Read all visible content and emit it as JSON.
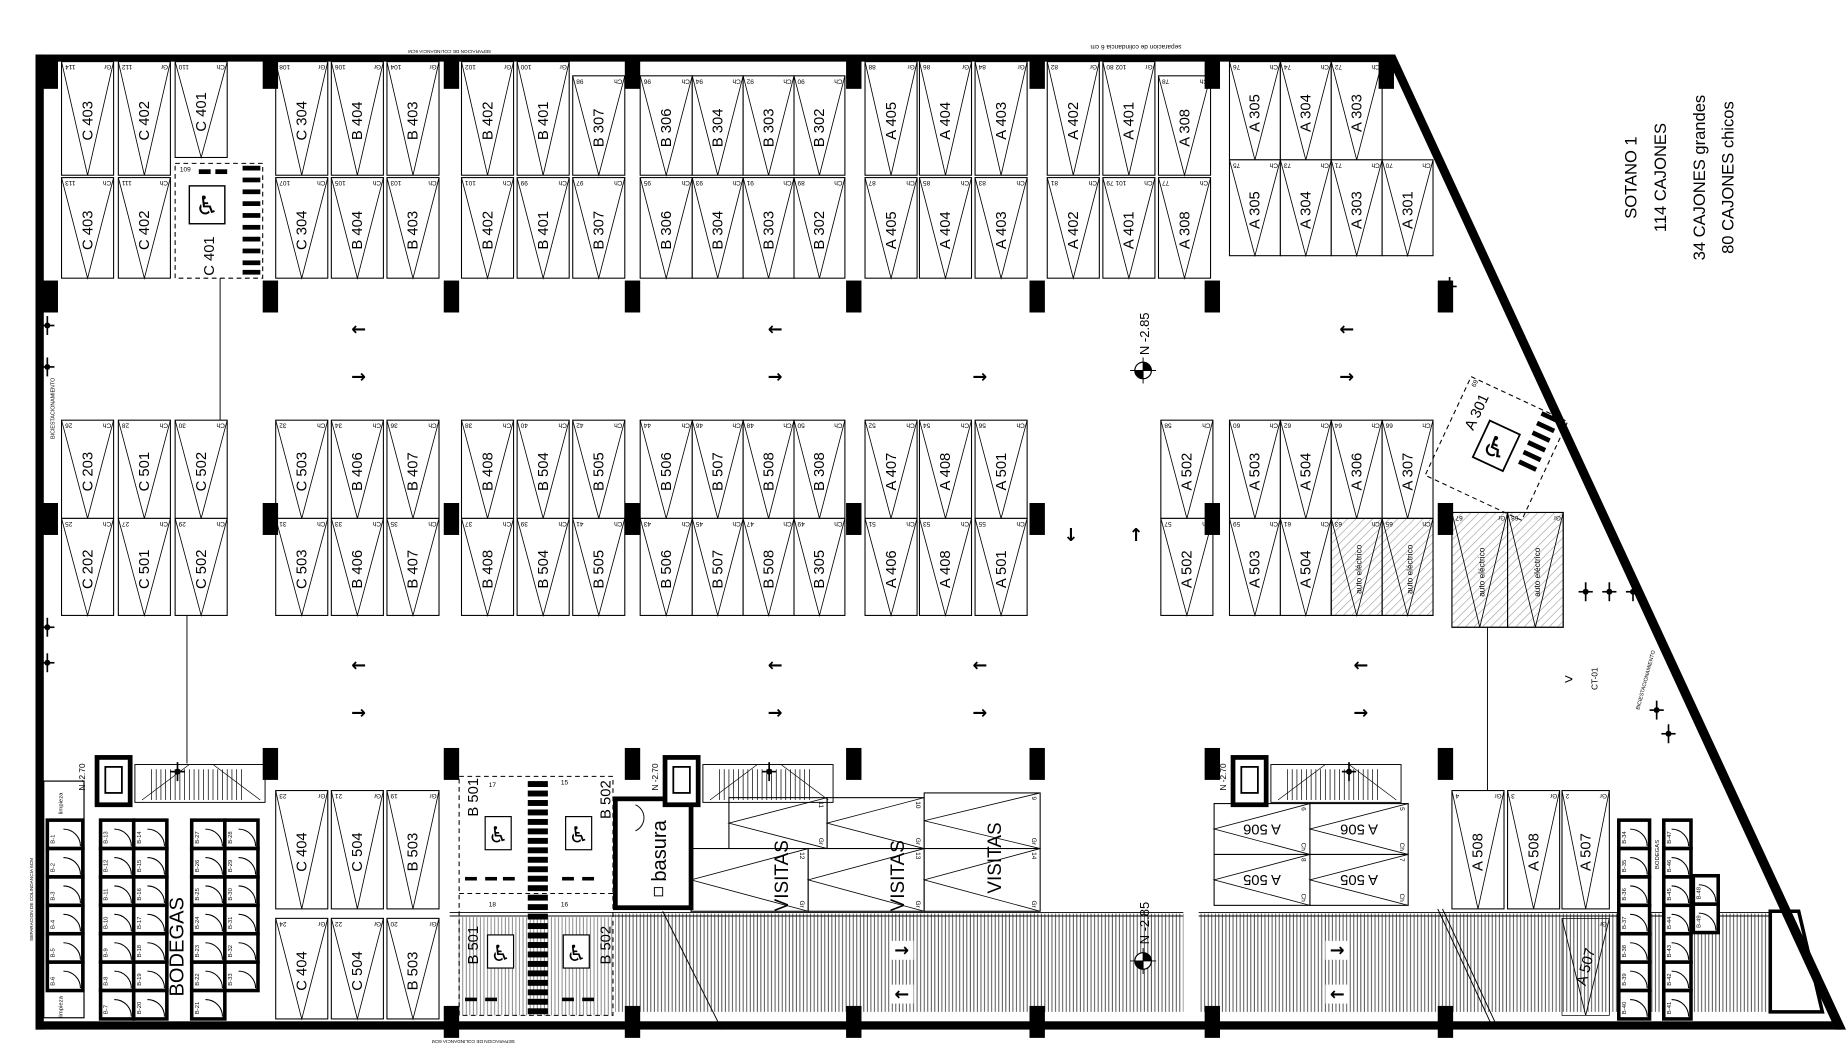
{
  "title_block": {
    "level": "SOTANO 1",
    "total": "114 CAJONES",
    "large": "34 CAJONES grandes",
    "small": "80 CAJONES chicos"
  },
  "notes": {
    "boundary_top": "separacion de colindancia 6 cm",
    "boundary_top_left": "SEPARACION DE COLINDANCIA 6CM",
    "boundary_bottom": "SEPARACION DE COLINDANCIA 6CM",
    "boundary_left": "SEPARACION DE COLINDANCIA 6CM",
    "parking_left": "BICIESTACIONAMIENTO",
    "parking_right": "BICIESTACIONAMIENTO",
    "ct": "CT-01",
    "level_n285_a": "N -2.85",
    "level_n285_b": "N -2.85",
    "level_n270_a": "N -2.70",
    "level_n270_b": "N -2.70",
    "level_n270_c": "N -2.70",
    "basura": "basura",
    "bodegas_left": "BODEGAS",
    "bodegas_right": "BODEGAS",
    "limpieza_top": "limpieza",
    "limpieza_bottom": "limpieza",
    "visitas": [
      "VISITAS",
      "VISITAS",
      "VISITAS"
    ]
  },
  "stalls": {
    "north_upper": [
      {
        "label": "C 403",
        "num": "114",
        "type": "Gr"
      },
      {
        "label": "C 402",
        "num": "112",
        "type": "Gr"
      },
      {
        "label": "C 401",
        "num": "110",
        "type": "Ch"
      },
      {
        "label": "C 304",
        "num": "108",
        "type": "Gr"
      },
      {
        "label": "B 404",
        "num": "106",
        "type": "Gr"
      },
      {
        "label": "B 403",
        "num": "104",
        "type": "Gr"
      },
      {
        "label": "B 402",
        "num": "102",
        "type": "Gr"
      },
      {
        "label": "B 401",
        "num": "100",
        "type": "Gr"
      },
      {
        "label": "B 307",
        "num": "98",
        "type": "Ch"
      },
      {
        "label": "B 306",
        "num": "96",
        "type": "Ch"
      },
      {
        "label": "B 304",
        "num": "94",
        "type": "Ch"
      },
      {
        "label": "B 303",
        "num": "92",
        "type": "Ch"
      },
      {
        "label": "B 302",
        "num": "90",
        "type": "Ch"
      },
      {
        "label": "A 405",
        "num": "88",
        "type": "Gr"
      },
      {
        "label": "A 404",
        "num": "86",
        "type": "Gr"
      },
      {
        "label": "A 403",
        "num": "84",
        "type": "Gr"
      },
      {
        "label": "A 402",
        "num": "82",
        "type": "Gr"
      },
      {
        "label": "A 401",
        "num": "102 80",
        "type": "Gr"
      },
      {
        "label": "A 308",
        "num": "78",
        "type": "Ch"
      },
      {
        "label": "A 305",
        "num": "76",
        "type": "Ch"
      },
      {
        "label": "A 304",
        "num": "74",
        "type": "Ch"
      },
      {
        "label": "A 303",
        "num": "72",
        "type": "Ch"
      }
    ],
    "north_lower": [
      {
        "label": "C 403",
        "num": "113",
        "type": "Ch"
      },
      {
        "label": "C 402",
        "num": "111",
        "type": "Ch"
      },
      {
        "label": "C 304",
        "num": "107",
        "type": "Ch"
      },
      {
        "label": "B 404",
        "num": "105",
        "type": "Ch"
      },
      {
        "label": "B 403",
        "num": "103",
        "type": "Ch"
      },
      {
        "label": "B 402",
        "num": "101",
        "type": "Ch"
      },
      {
        "label": "B 401",
        "num": "99",
        "type": "Ch"
      },
      {
        "label": "B 307",
        "num": "97",
        "type": "Ch"
      },
      {
        "label": "B 306",
        "num": "95",
        "type": "Ch"
      },
      {
        "label": "B 304",
        "num": "93",
        "type": "Ch"
      },
      {
        "label": "B 303",
        "num": "91",
        "type": "Ch"
      },
      {
        "label": "B 302",
        "num": "89",
        "type": "Ch"
      },
      {
        "label": "A 405",
        "num": "87",
        "type": "Ch"
      },
      {
        "label": "A 404",
        "num": "85",
        "type": "Ch"
      },
      {
        "label": "A 403",
        "num": "83",
        "type": "Ch"
      },
      {
        "label": "A 402",
        "num": "81",
        "type": "Ch"
      },
      {
        "label": "A 401",
        "num": "101 79",
        "type": "Ch"
      },
      {
        "label": "A 308",
        "num": "77",
        "type": "Ch"
      },
      {
        "label": "A 305",
        "num": "75",
        "type": "Ch"
      },
      {
        "label": "A 304",
        "num": "73",
        "type": "Ch"
      },
      {
        "label": "A 303",
        "num": "71",
        "type": "Ch"
      },
      {
        "label": "A 301",
        "num": "70",
        "type": "Ch"
      }
    ],
    "middle_upper": [
      {
        "label": "C 203",
        "num": "26",
        "type": "Ch"
      },
      {
        "label": "C 501",
        "num": "28",
        "type": "Ch"
      },
      {
        "label": "C 502",
        "num": "30",
        "type": "Ch"
      },
      {
        "label": "C 503",
        "num": "32",
        "type": "Ch"
      },
      {
        "label": "B 406",
        "num": "34",
        "type": "Ch"
      },
      {
        "label": "B 407",
        "num": "36",
        "type": "Ch"
      },
      {
        "label": "B 408",
        "num": "38",
        "type": "Ch"
      },
      {
        "label": "B 504",
        "num": "40",
        "type": "Ch"
      },
      {
        "label": "B 505",
        "num": "42",
        "type": "Ch"
      },
      {
        "label": "B 506",
        "num": "44",
        "type": "Ch"
      },
      {
        "label": "B 507",
        "num": "46",
        "type": "Ch"
      },
      {
        "label": "B 508",
        "num": "48",
        "type": "Ch"
      },
      {
        "label": "B 308",
        "num": "50",
        "type": "Ch"
      },
      {
        "label": "A 407",
        "num": "52",
        "type": "Ch"
      },
      {
        "label": "A 408",
        "num": "54",
        "type": "Ch"
      },
      {
        "label": "A 501",
        "num": "56",
        "type": "Ch"
      },
      {
        "label": "A 502",
        "num": "58",
        "type": "Ch"
      },
      {
        "label": "A 503",
        "num": "60",
        "type": "Ch"
      },
      {
        "label": "A 504",
        "num": "62",
        "type": "Ch"
      },
      {
        "label": "A 306",
        "num": "64",
        "type": "Ch"
      },
      {
        "label": "A 307",
        "num": "66",
        "type": "Ch"
      }
    ],
    "middle_lower": [
      {
        "label": "C 202",
        "num": "25",
        "type": "Ch"
      },
      {
        "label": "C 501",
        "num": "27",
        "type": "Ch"
      },
      {
        "label": "C 502",
        "num": "29",
        "type": "Ch"
      },
      {
        "label": "C 503",
        "num": "31",
        "type": "Ch"
      },
      {
        "label": "B 406",
        "num": "33",
        "type": "Ch"
      },
      {
        "label": "B 407",
        "num": "35",
        "type": "Ch"
      },
      {
        "label": "B 408",
        "num": "37",
        "type": "Ch"
      },
      {
        "label": "B 504",
        "num": "39",
        "type": "Ch"
      },
      {
        "label": "B 505",
        "num": "41",
        "type": "Ch"
      },
      {
        "label": "B 506",
        "num": "43",
        "type": "Ch"
      },
      {
        "label": "B 507",
        "num": "45",
        "type": "Ch"
      },
      {
        "label": "B 508",
        "num": "47",
        "type": "Ch"
      },
      {
        "label": "B 305",
        "num": "49",
        "type": "Ch"
      },
      {
        "label": "A 406",
        "num": "51",
        "type": "Ch"
      },
      {
        "label": "A 408",
        "num": "53",
        "type": "Ch"
      },
      {
        "label": "A 501",
        "num": "55",
        "type": "Ch"
      },
      {
        "label": "A 502",
        "num": "57",
        "type": "Ch"
      },
      {
        "label": "A 503",
        "num": "59",
        "type": "Ch"
      },
      {
        "label": "A 504",
        "num": "61",
        "type": "Ch"
      },
      {
        "label": "auto eléctrico",
        "num": "63",
        "type": "Ch"
      },
      {
        "label": "auto eléctrico",
        "num": "65",
        "type": "Ch"
      },
      {
        "label": "auto eléctrico",
        "num": "67",
        "type": "Gr"
      },
      {
        "label": "auto eléctrico",
        "num": "68",
        "type": "Gr"
      }
    ],
    "south": [
      {
        "label": "C 404",
        "num": "23",
        "type": "Gr"
      },
      {
        "label": "C 504",
        "num": "21",
        "type": "Gr"
      },
      {
        "label": "B 503",
        "num": "19",
        "type": "Gr"
      },
      {
        "label": "C 404",
        "num": "24",
        "type": "Gr"
      },
      {
        "label": "C 504",
        "num": "22",
        "type": "Gr"
      },
      {
        "label": "B 503",
        "num": "20",
        "type": "Gr"
      },
      {
        "label": "A 508",
        "num": "4",
        "type": "Gr"
      },
      {
        "label": "A 508",
        "num": "3",
        "type": "Gr"
      },
      {
        "label": "A 507",
        "num": "2",
        "type": "Gr"
      },
      {
        "label": "A 507",
        "num": "",
        "type": "Gr"
      }
    ],
    "horizontal": [
      {
        "label": "",
        "num": "11",
        "type": "Gr"
      },
      {
        "label": "",
        "num": "10",
        "type": "Gr"
      },
      {
        "label": "",
        "num": "9",
        "type": "Gr"
      },
      {
        "label": "",
        "num": "12",
        "type": "Gr"
      },
      {
        "label": "",
        "num": "13",
        "type": "Gr"
      },
      {
        "label": "",
        "num": "14",
        "type": "Gr"
      },
      {
        "label": "A 506",
        "num": "6",
        "type": "Ch"
      },
      {
        "label": "A 506",
        "num": "5",
        "type": "Ch"
      },
      {
        "label": "A 505",
        "num": "8",
        "type": "Ch"
      },
      {
        "label": "A 505",
        "num": "7",
        "type": "Ch"
      }
    ],
    "accessible": [
      {
        "label": "C 401",
        "num": "109"
      },
      {
        "label": "B 501",
        "num": "17"
      },
      {
        "label": "B 502",
        "num": "15"
      },
      {
        "label": "B 501",
        "num": "18"
      },
      {
        "label": "B 502",
        "num": "16"
      },
      {
        "label": "A 301",
        "num": "69"
      }
    ]
  },
  "bodegas": {
    "left": [
      [
        "B-1",
        "B-2",
        "B-3",
        "B-4",
        "B-5",
        "B-6"
      ],
      [
        "B-13",
        "B-12",
        "B-11",
        "B-10",
        "B-9",
        "B-8",
        "B-7"
      ],
      [
        "B-14",
        "B-15",
        "B-16",
        "B-17",
        "B-18",
        "B-19",
        "B-20"
      ],
      [
        "B-27",
        "B-26",
        "B-25",
        "B-24",
        "B-23",
        "B-22",
        "B-21"
      ],
      [
        "B-28",
        "B-29",
        "B-30",
        "B-31",
        "B-32",
        "B-33"
      ]
    ],
    "right": [
      [
        "B-34",
        "B-35",
        "B-36",
        "B-37",
        "B-38",
        "B-39",
        "B-40"
      ],
      [
        "B-47",
        "B-46",
        "B-45",
        "B-44",
        "B-43",
        "B-42",
        "B-41"
      ],
      [
        "B-48",
        "B-49"
      ]
    ]
  },
  "colors": {
    "line": "#000000",
    "hatch": "#9a9a9a",
    "background": "#ffffff"
  }
}
